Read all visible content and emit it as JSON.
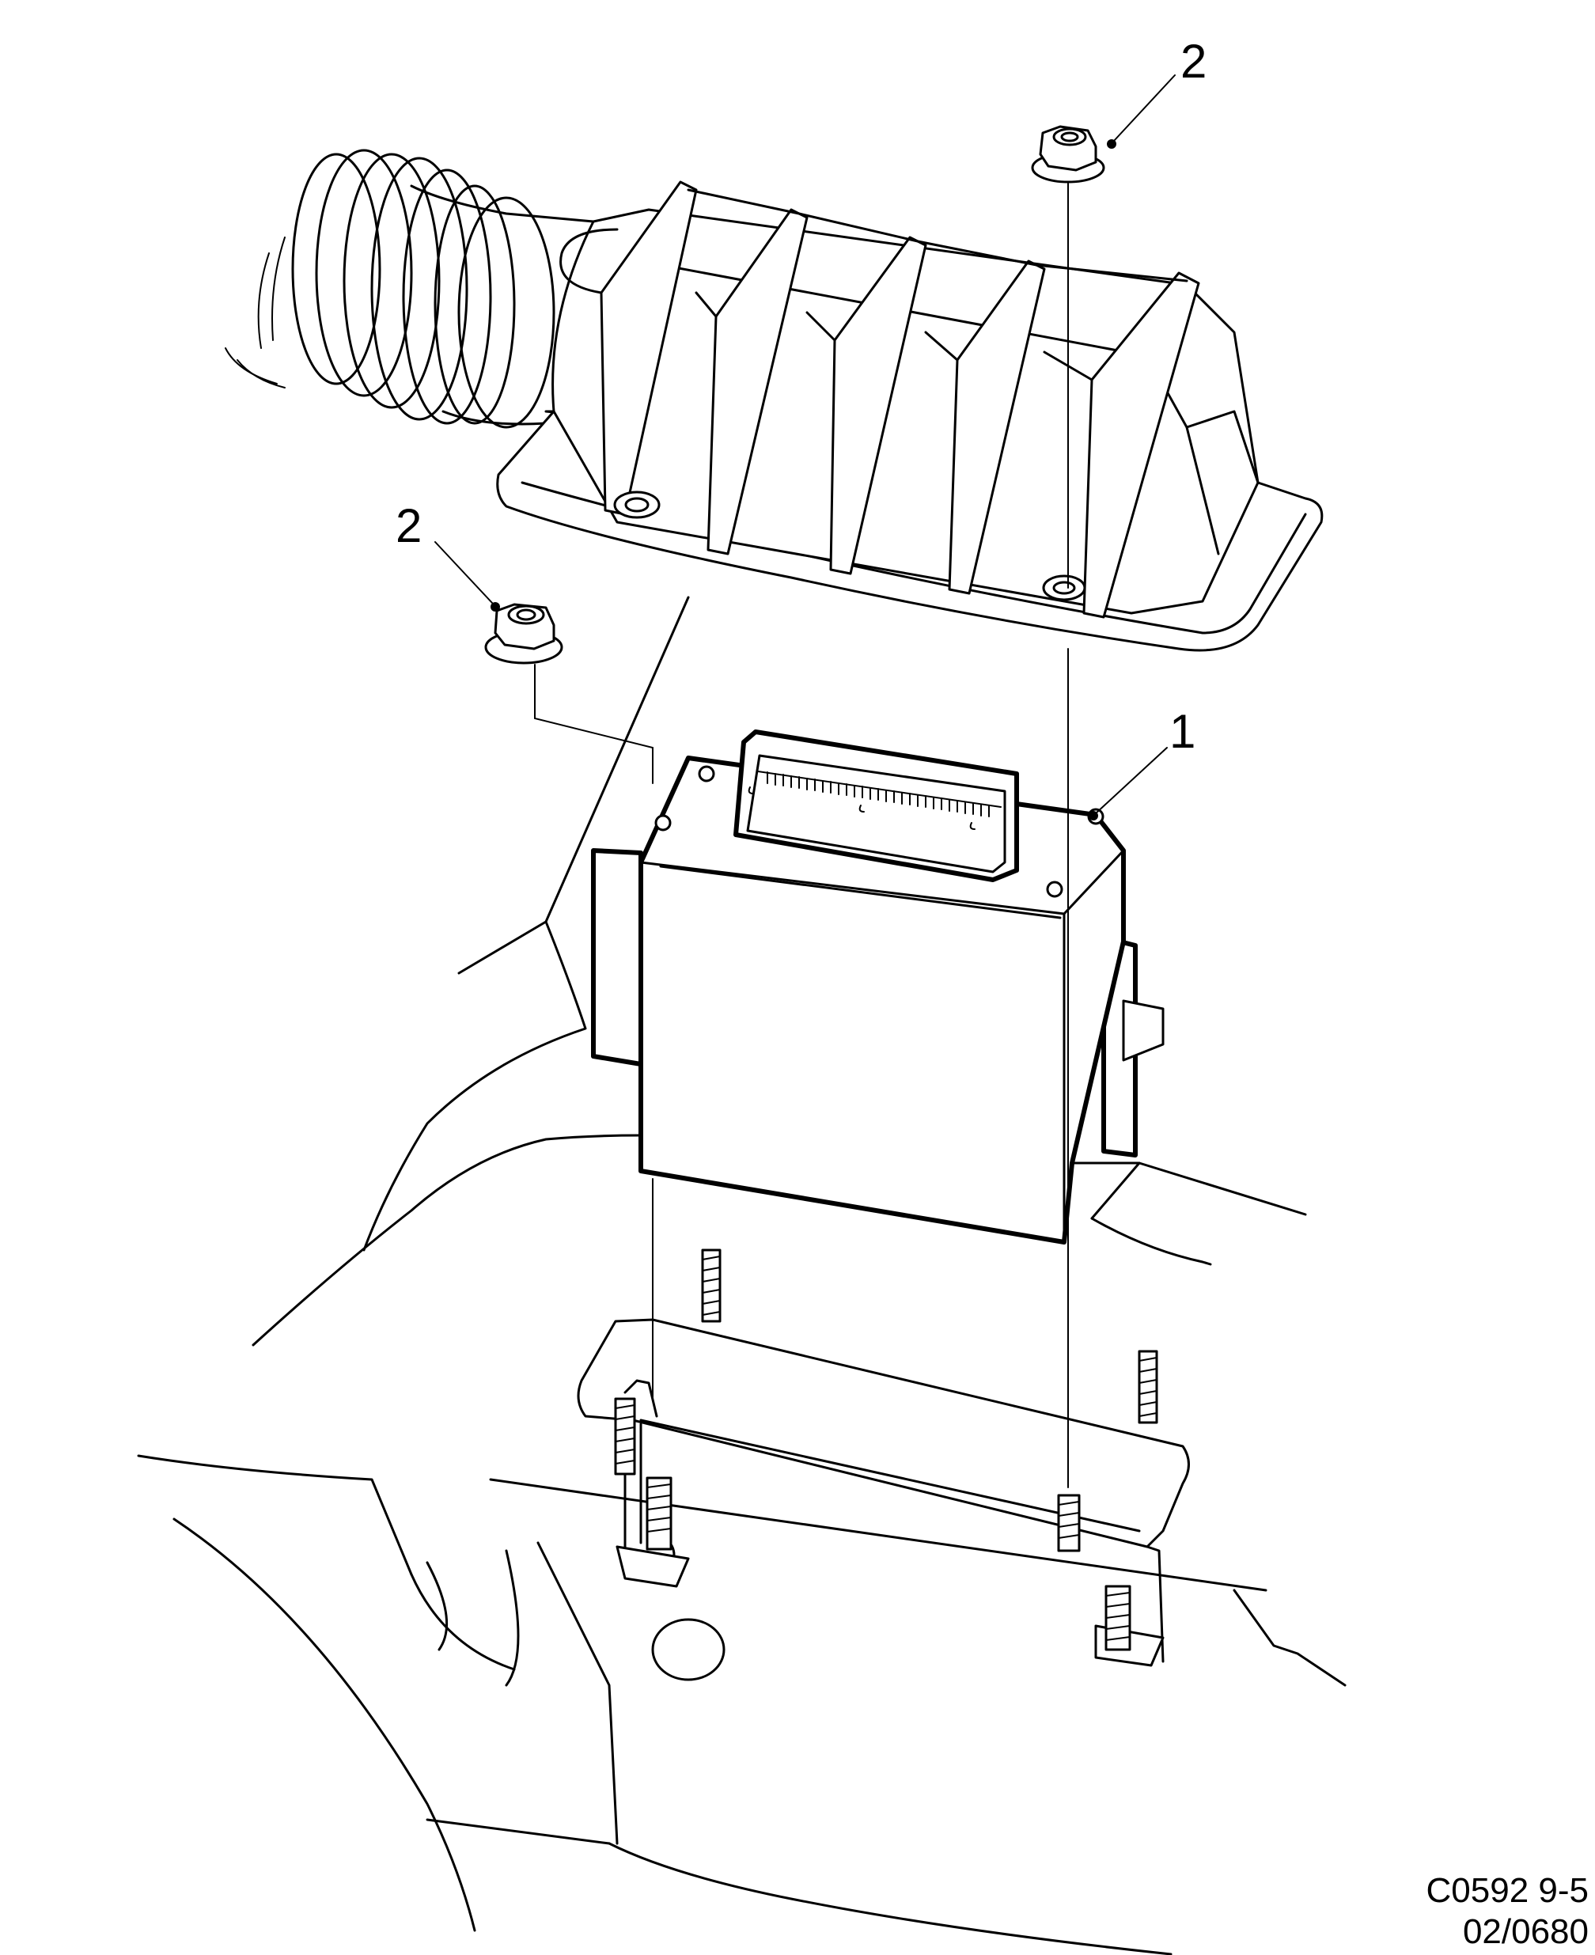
{
  "callouts": {
    "ecu": "1",
    "nut_top": "2",
    "nut_left": "2"
  },
  "footer": {
    "figure_code": "C0592 9-5",
    "revision": "02/0680"
  }
}
